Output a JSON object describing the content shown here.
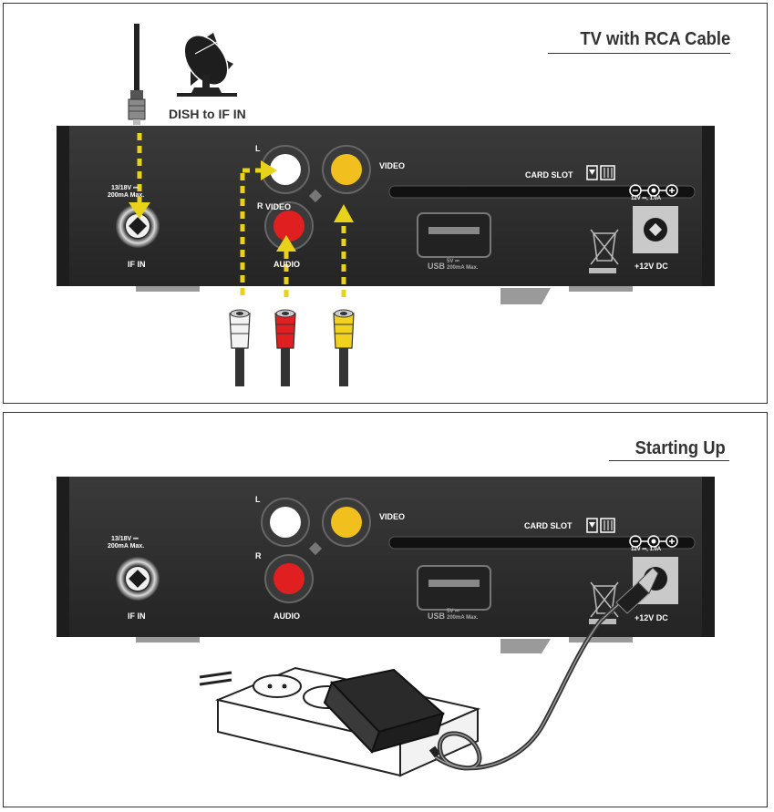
{
  "panel1": {
    "title": "TV with RCA Cable",
    "dish_label": "DISH to IF IN",
    "ifin_spec_1": "13/18V ⎓",
    "ifin_spec_2": "200mA Max.",
    "ifin_label": "IF IN",
    "audio_l": "L",
    "audio_r": "R",
    "audio_label": "AUDIO",
    "video_label": "VIDEO",
    "video_overlap_label": "VIDEO",
    "card_slot": "CARD SLOT",
    "usb_label": "USB",
    "usb_spec_1": "5V ⎓",
    "usb_spec_2": "200mA Max.",
    "power_spec": "12V ⎓, 1.0A",
    "power_label": "+12V DC"
  },
  "panel2": {
    "title": "Starting Up",
    "ifin_spec_1": "13/18V ⎓",
    "ifin_spec_2": "200mA Max.",
    "ifin_label": "IF IN",
    "audio_l": "L",
    "audio_r": "R",
    "audio_label": "AUDIO",
    "video_label": "VIDEO",
    "card_slot": "CARD SLOT",
    "usb_label": "USB",
    "usb_spec_1": "5V ⎓",
    "usb_spec_2": "200mA Max.",
    "power_spec": "12V ⎓, 1.0A",
    "power_label": "+12V DC"
  },
  "colors": {
    "device_body": "#2b2b2b",
    "arrow_yellow": "#e8d21a",
    "rca_white": "#ffffff",
    "rca_red": "#e02020",
    "rca_yellow": "#f2c01e"
  }
}
